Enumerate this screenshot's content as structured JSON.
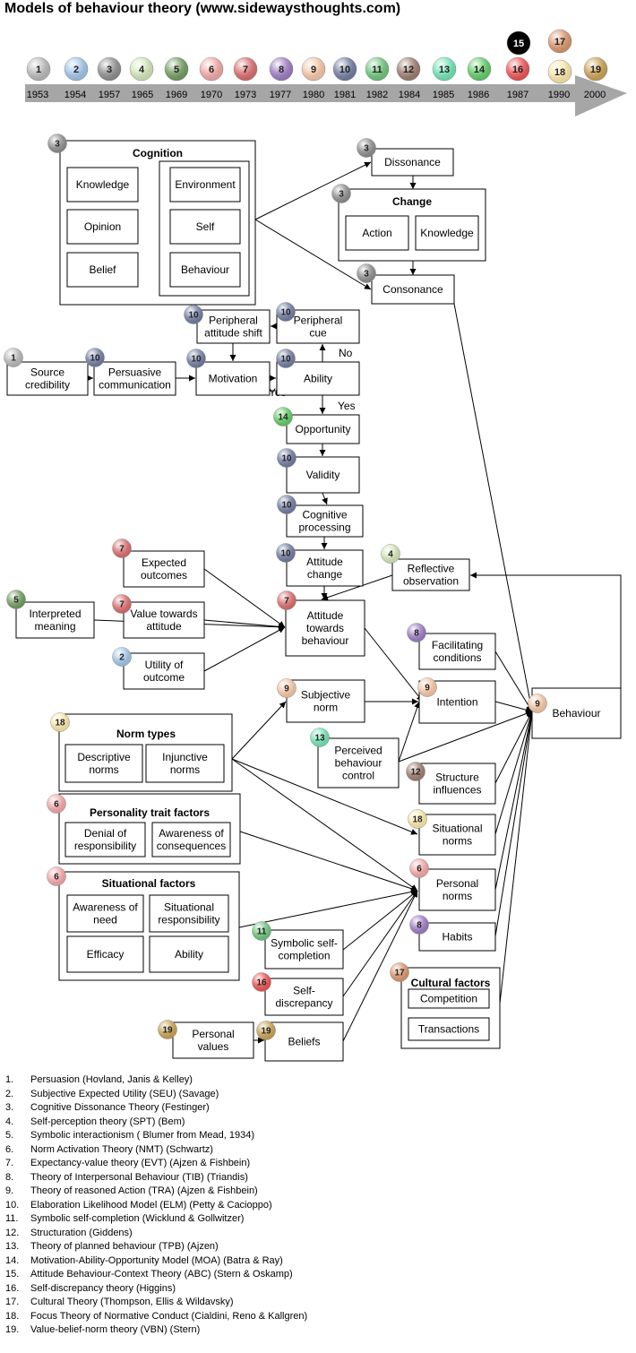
{
  "title": "Models of behaviour theory (www.sidewaysthoughts.com)",
  "timeline": [
    {
      "n": "1",
      "year": "1953",
      "color": "#b8b8b8"
    },
    {
      "n": "2",
      "year": "1954",
      "color": "#9fc4e8"
    },
    {
      "n": "3",
      "year": "1957",
      "color": "#8c8c8c"
    },
    {
      "n": "4",
      "year": "1965",
      "color": "#d2e6b8"
    },
    {
      "n": "5",
      "year": "1969",
      "color": "#6f9a5e"
    },
    {
      "n": "6",
      "year": "1970",
      "color": "#f3a6a6"
    },
    {
      "n": "7",
      "year": "1973",
      "color": "#d96a6a"
    },
    {
      "n": "8",
      "year": "1977",
      "color": "#9b79c2"
    },
    {
      "n": "9",
      "year": "1980",
      "color": "#f5c6a4"
    },
    {
      "n": "10",
      "year": "1981",
      "color": "#6f7aa0"
    },
    {
      "n": "11",
      "year": "1982",
      "color": "#6cc47a"
    },
    {
      "n": "12",
      "year": "1984",
      "color": "#9c7b6c"
    },
    {
      "n": "13",
      "year": "1985",
      "color": "#6ee4b4"
    },
    {
      "n": "14",
      "year": "1986",
      "color": "#5ecc64"
    },
    {
      "n": "15",
      "year": "",
      "color": "#000000"
    },
    {
      "n": "16",
      "year": "1987",
      "color": "#ef5050"
    },
    {
      "n": "17",
      "year": "",
      "color": "#d9946a"
    },
    {
      "n": "18",
      "year": "1990",
      "color": "#fbe7a8"
    },
    {
      "n": "19",
      "year": "2000",
      "color": "#c9a050"
    }
  ],
  "groups": {
    "cognition": {
      "title": "Cognition"
    },
    "change": {
      "title": "Change"
    },
    "norm_types": {
      "title": "Norm types"
    },
    "personality": {
      "title": "Personality trait factors"
    },
    "situational": {
      "title": "Situational factors"
    },
    "cultural": {
      "title": "Cultural factors"
    }
  },
  "nodes": {
    "knowledge": {
      "label": "Knowledge"
    },
    "opinion": {
      "label": "Opinion"
    },
    "belief": {
      "label": "Belief"
    },
    "environment": {
      "label": "Environment"
    },
    "self": {
      "label": "Self"
    },
    "behaviour_c": {
      "label": "Behaviour"
    },
    "dissonance": {
      "label": "Dissonance"
    },
    "action": {
      "label": "Action"
    },
    "knowledge2": {
      "label": "Knowledge"
    },
    "consonance": {
      "label": "Consonance"
    },
    "peripheral_shift": {
      "label": [
        "Peripheral",
        "attitude shift"
      ]
    },
    "peripheral_cue": {
      "label": [
        "Peripheral",
        "cue"
      ]
    },
    "source": {
      "label": [
        "Source",
        "credibility"
      ]
    },
    "persuasive": {
      "label": [
        "Persuasive",
        "communication"
      ]
    },
    "motivation": {
      "label": "Motivation"
    },
    "ability": {
      "label": "Ability"
    },
    "opportunity": {
      "label": "Opportunity"
    },
    "validity": {
      "label": "Validity"
    },
    "cognitive": {
      "label": [
        "Cognitive",
        "processing"
      ]
    },
    "attitude_change": {
      "label": [
        "Attitude",
        "change"
      ]
    },
    "expected": {
      "label": [
        "Expected",
        "outcomes"
      ]
    },
    "interpreted": {
      "label": [
        "Interpreted",
        "meaning"
      ]
    },
    "value_att": {
      "label": [
        "Value towards",
        "attitude"
      ]
    },
    "utility": {
      "label": [
        "Utility of",
        "outcome"
      ]
    },
    "attitude_beh": {
      "label": [
        "Attitude",
        "towards",
        "behaviour"
      ]
    },
    "reflective": {
      "label": [
        "Reflective",
        "observation"
      ]
    },
    "facilitating": {
      "label": [
        "Facilitating",
        "conditions"
      ]
    },
    "behaviour": {
      "label": "Behaviour"
    },
    "subjective": {
      "label": [
        "Subjective",
        "norm"
      ]
    },
    "intention": {
      "label": "Intention"
    },
    "pbc": {
      "label": [
        "Perceived",
        "behaviour",
        "control"
      ]
    },
    "descriptive": {
      "label": [
        "Descriptive",
        "norms"
      ]
    },
    "injunctive": {
      "label": [
        "Injunctive",
        "norms"
      ]
    },
    "structure": {
      "label": [
        "Structure",
        "influences"
      ]
    },
    "denial": {
      "label": [
        "Denial of",
        "responsibility"
      ]
    },
    "awareness_cons": {
      "label": [
        "Awareness of",
        "consequences"
      ]
    },
    "situational_norms": {
      "label": [
        "Situational",
        "norms"
      ]
    },
    "awareness_need": {
      "label": [
        "Awareness of",
        "need"
      ]
    },
    "sit_resp": {
      "label": [
        "Situational",
        "responsibility"
      ]
    },
    "personal_norms": {
      "label": [
        "Personal",
        "norms"
      ]
    },
    "efficacy": {
      "label": "Efficacy"
    },
    "ability2": {
      "label": "Ability"
    },
    "symbolic": {
      "label": [
        "Symbolic self-",
        "completion"
      ]
    },
    "habits": {
      "label": "Habits"
    },
    "selfdisc": {
      "label": [
        "Self-",
        "discrepancy"
      ]
    },
    "competition": {
      "label": "Competition"
    },
    "transactions": {
      "label": "Transactions"
    },
    "personal_values": {
      "label": [
        "Personal",
        "values"
      ]
    },
    "beliefs": {
      "label": "Beliefs"
    }
  },
  "edge_labels": {
    "no": "No",
    "yes1": "Yes",
    "yes2": "Yes"
  },
  "legend": [
    {
      "num": "1.",
      "text": "Persuasion (Hovland, Janis & Kelley)"
    },
    {
      "num": "2.",
      "text": "Subjective Expected Utility (SEU) (Savage)"
    },
    {
      "num": "3.",
      "text": "Cognitive Dissonance Theory (Festinger)"
    },
    {
      "num": "4.",
      "text": "Self-perception theory (SPT) (Bem)"
    },
    {
      "num": "5.",
      "text": "Symbolic interactionism ( Blumer from Mead, 1934)"
    },
    {
      "num": "6.",
      "text": "Norm Activation Theory (NMT) (Schwartz)"
    },
    {
      "num": "7.",
      "text": "Expectancy-value theory (EVT) (Ajzen & Fishbein)"
    },
    {
      "num": "8.",
      "text": "Theory of Interpersonal Behaviour (TIB) (Triandis)"
    },
    {
      "num": "9.",
      "text": "Theory of reasoned Action (TRA) (Ajzen & Fishbein)"
    },
    {
      "num": "10.",
      "text": "Elaboration Likelihood Model (ELM) (Petty & Cacioppo)"
    },
    {
      "num": "11.",
      "text": "Symbolic self-completion (Wicklund & Gollwitzer)"
    },
    {
      "num": "12.",
      "text": "Structuration (Giddens)"
    },
    {
      "num": "13.",
      "text": "Theory of planned behaviour (TPB) (Ajzen)"
    },
    {
      "num": "14.",
      "text": "Motivation-Ability-Opportunity Model (MOA) (Batra & Ray)"
    },
    {
      "num": "15.",
      "text": "Attitude Behaviour-Context Theory (ABC) (Stern & Oskamp)"
    },
    {
      "num": "16.",
      "text": "Self-discrepancy theory (Higgins)"
    },
    {
      "num": "17.",
      "text": "Cultural Theory (Thompson, Ellis & Wildavsky)"
    },
    {
      "num": "18.",
      "text": "Focus Theory of Normative Conduct (Cialdini, Reno & Kallgren)"
    },
    {
      "num": "19.",
      "text": "Value-belief-norm theory (VBN) (Stern)"
    }
  ]
}
